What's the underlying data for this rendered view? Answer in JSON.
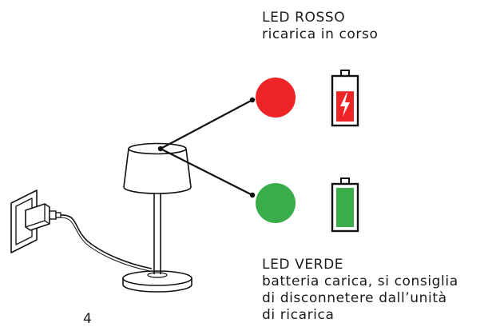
{
  "led_red": {
    "title": "LED ROSSO",
    "description": "ricarica in corso",
    "color": "#ee2426"
  },
  "led_green": {
    "title": "LED VERDE",
    "description_lines": [
      "batteria carica, si consiglia",
      "di disconnetere dall’unità",
      "di ricarica"
    ],
    "color": "#3aac4a"
  },
  "battery_charging": {
    "icon": "battery-charging-icon",
    "fill_color": "#ee2426",
    "level": 0.7
  },
  "battery_full": {
    "icon": "battery-full-icon",
    "fill_color": "#3aac4a",
    "level": 1.0
  },
  "page_number": "4"
}
